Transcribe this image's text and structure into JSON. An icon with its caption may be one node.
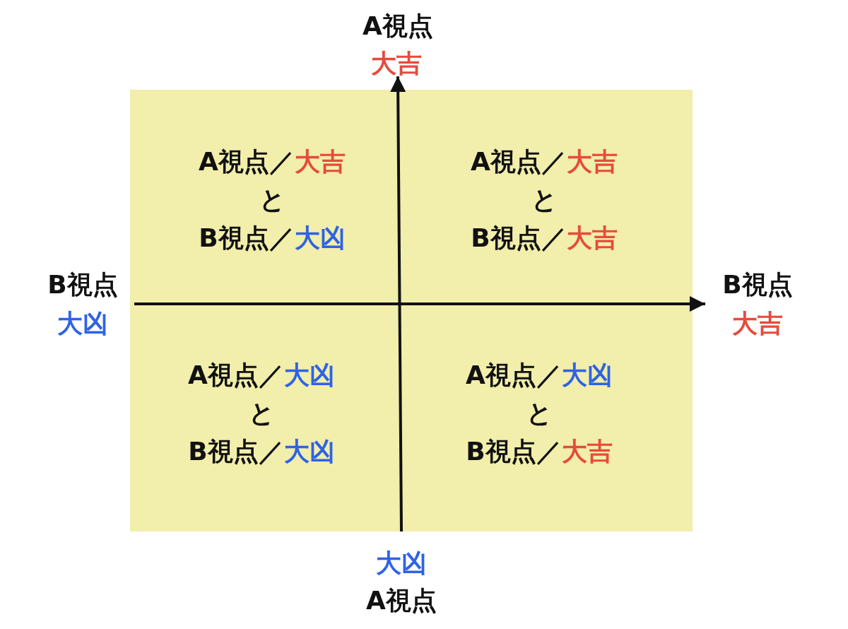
{
  "diagram": {
    "nodes": [
      {
        "text": [
          "A視点／",
          "大吉",
          "と",
          "B視点／",
          "大凶",
          "A視点／",
          "大吉",
          "と",
          "B視点／",
          "大吉",
          "A視点／",
          "大凶",
          "と",
          "B視点／",
          "大凶",
          "A視点／",
          "大凶",
          "と",
          "B視点／",
          "大吉"
        ]
      }
    ],
    "labels": [
      "A視点",
      "大吉",
      "B視点",
      "大凶",
      "B視点",
      "大吉",
      "大凶",
      "A視点"
    ]
  }
}
